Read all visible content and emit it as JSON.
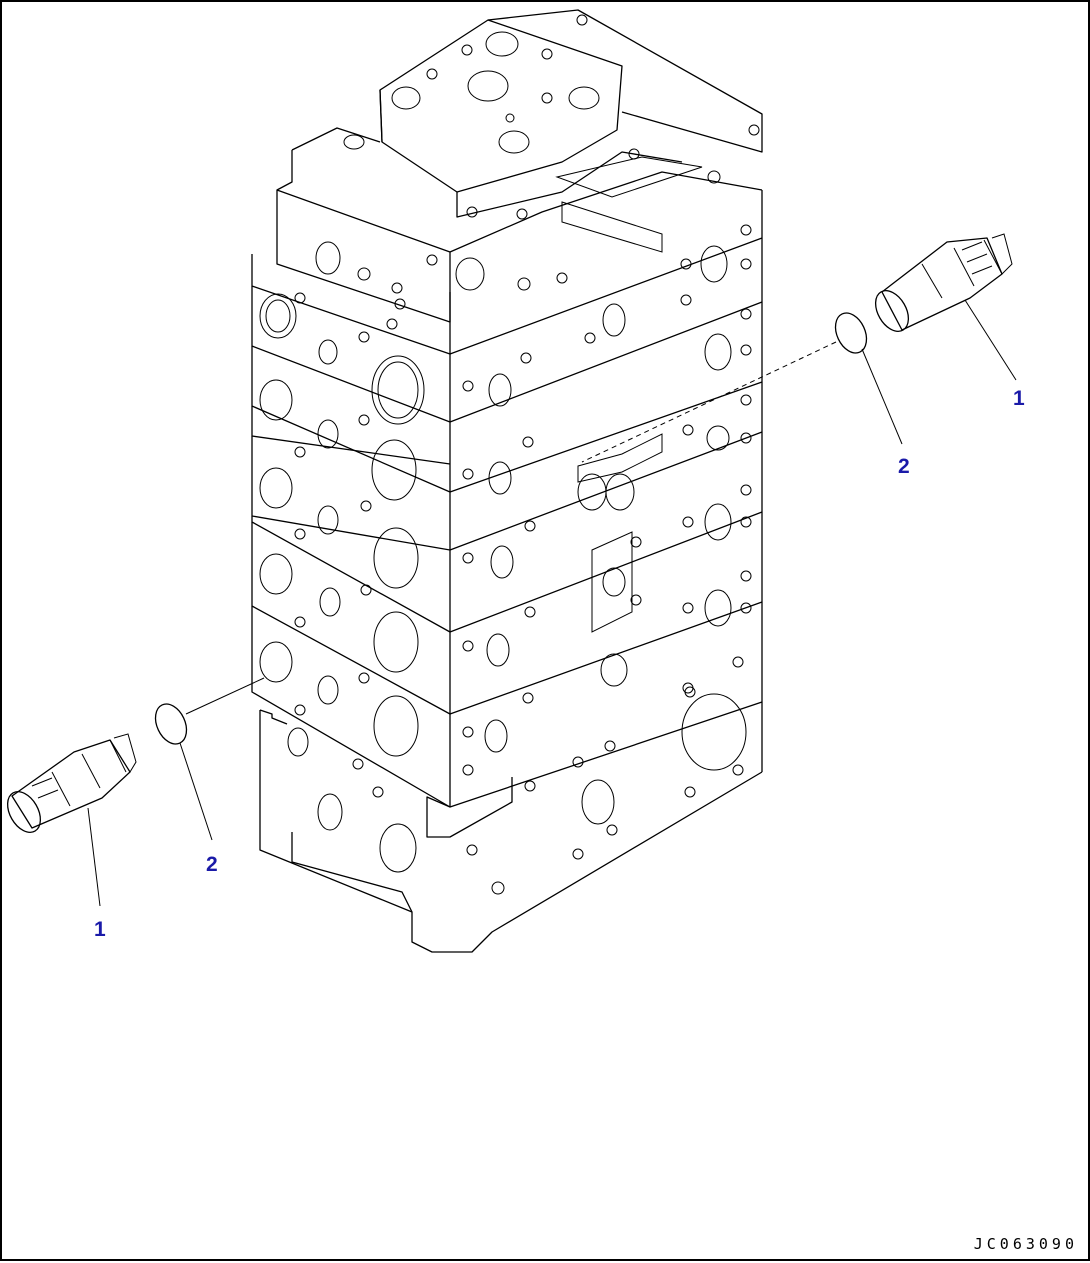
{
  "diagram": {
    "callouts": [
      {
        "id": "part-1-right",
        "label": "1"
      },
      {
        "id": "part-2-right",
        "label": "2"
      },
      {
        "id": "part-2-left",
        "label": "2"
      },
      {
        "id": "part-1-left",
        "label": "1"
      }
    ],
    "drawing_code": "JC063090",
    "colors": {
      "callout": "#1a1aa8",
      "line": "#000000"
    }
  }
}
